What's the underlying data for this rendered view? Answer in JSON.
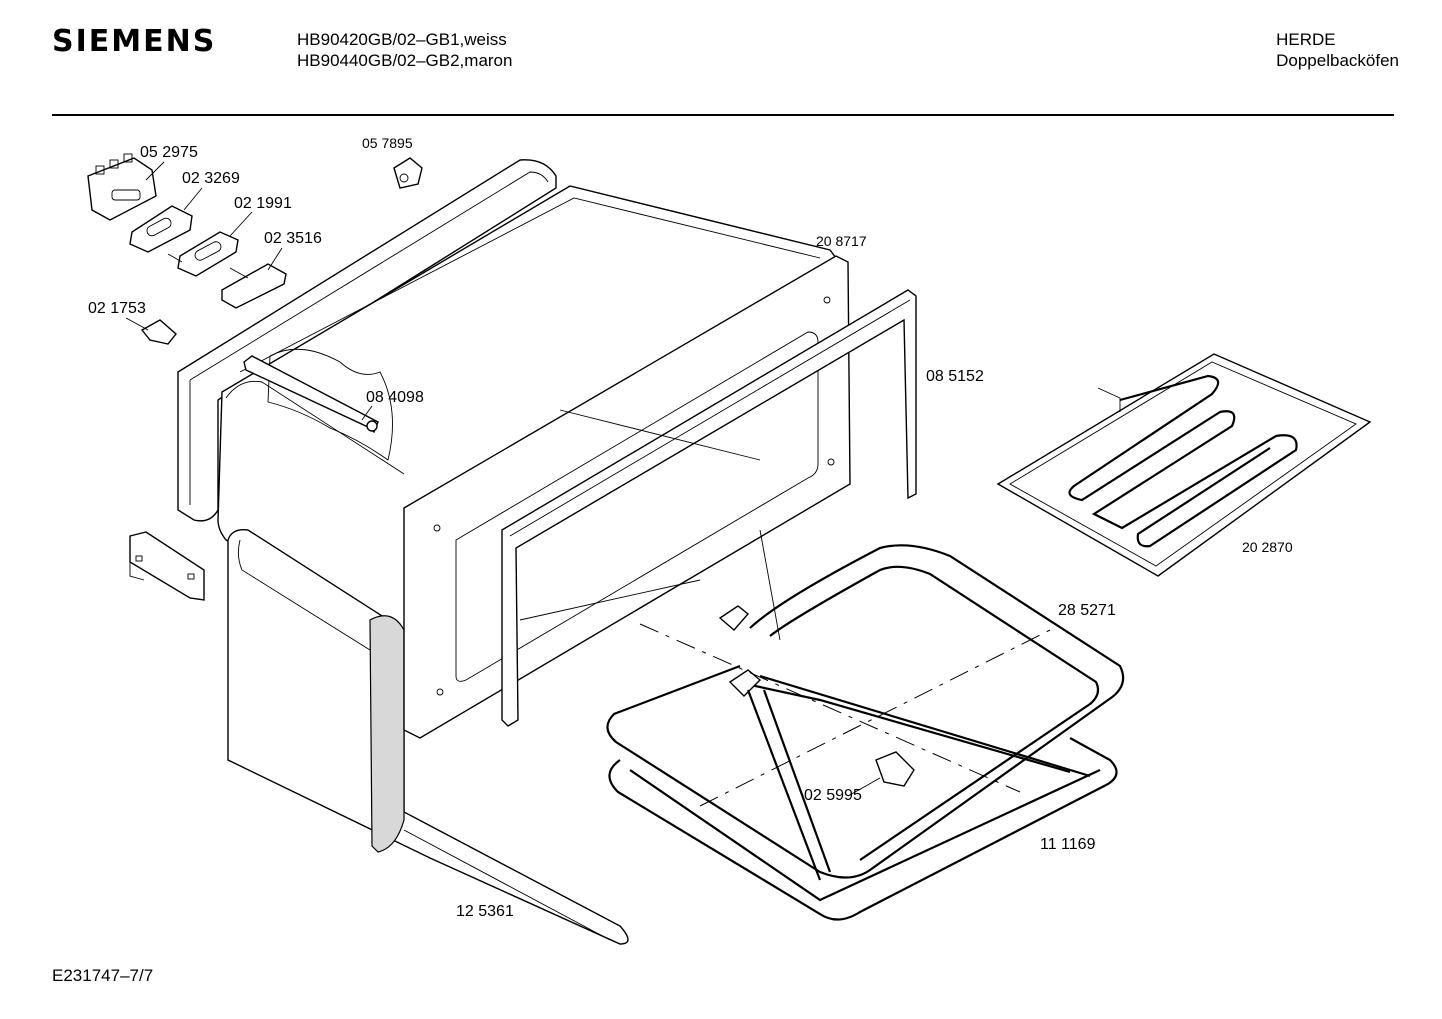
{
  "header": {
    "brand": "SIEMENS",
    "model_line_1": "HB90420GB/02–GB1,weiss",
    "model_line_2": "HB90440GB/02–GB2,maron",
    "category_line_1": "HERDE",
    "category_line_2": "Doppelbacköfen"
  },
  "parts": [
    {
      "id": "052975",
      "label": "05 2975"
    },
    {
      "id": "057895",
      "label": "05 7895"
    },
    {
      "id": "023269",
      "label": "02 3269"
    },
    {
      "id": "021991",
      "label": "02 1991"
    },
    {
      "id": "023516",
      "label": "02 3516"
    },
    {
      "id": "021753",
      "label": "02 1753"
    },
    {
      "id": "208717",
      "label": "20 8717"
    },
    {
      "id": "084098",
      "label": "08 4098"
    },
    {
      "id": "085152",
      "label": "08 5152"
    },
    {
      "id": "202870",
      "label": "20 2870"
    },
    {
      "id": "285271",
      "label": "28 5271"
    },
    {
      "id": "025995",
      "label": "02 5995"
    },
    {
      "id": "111169",
      "label": "11 1169"
    },
    {
      "id": "125361",
      "label": "12 5361"
    }
  ],
  "footer": {
    "drawing_id": "E231747–7/7"
  }
}
